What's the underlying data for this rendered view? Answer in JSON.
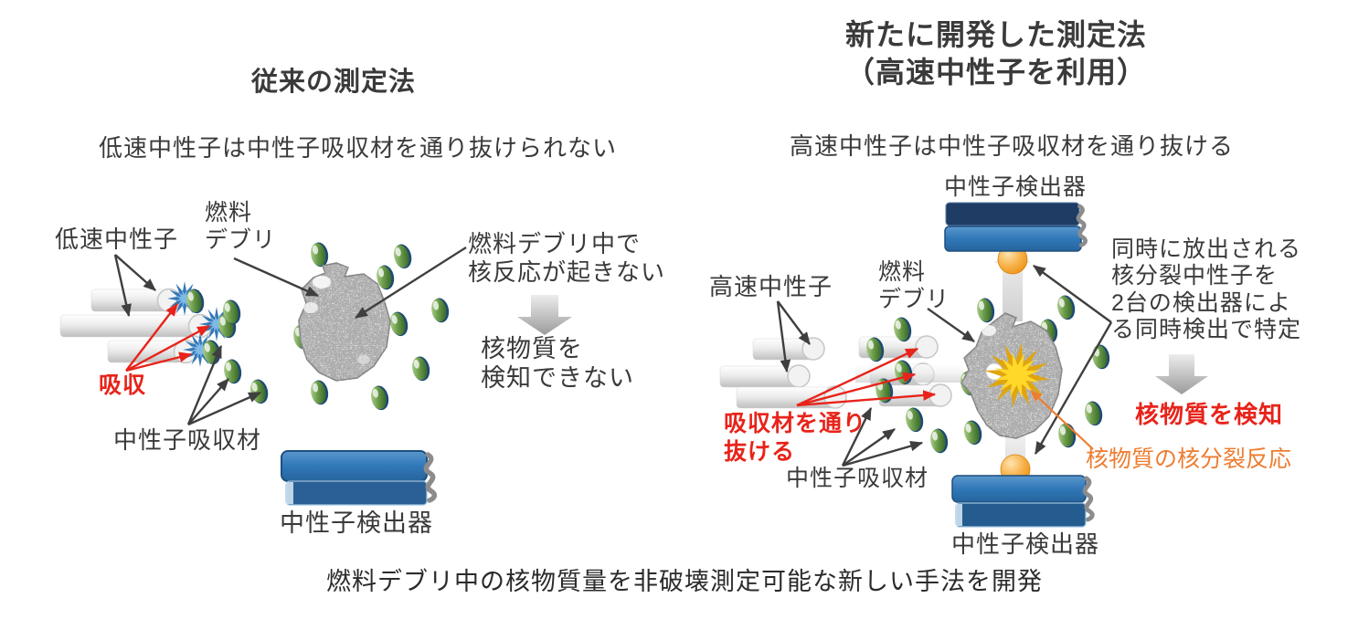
{
  "panels": {
    "left": {
      "title": "従来の測定法",
      "subtitle": "低速中性子は中性子吸収材を通り抜けられない",
      "labels": {
        "slow_neutron": "低速中性子",
        "fuel_debris": "燃料\nデブリ",
        "absorption": "吸収",
        "absorber": "中性子吸収材",
        "detector": "中性子検出器",
        "no_reaction": "燃料デブリ中で\n核反応が起きない",
        "cannot_detect": "核物質を\n検知できない"
      }
    },
    "right": {
      "title": "新たに開発した測定法\n（高速中性子を利用）",
      "subtitle": "高速中性子は中性子吸収材を通り抜ける",
      "labels": {
        "detector_top": "中性子検出器",
        "fast_neutron": "高速中性子",
        "fuel_debris": "燃料\nデブリ",
        "pass_through": "吸収材を通り\n抜ける",
        "absorber": "中性子吸収材",
        "coincidence": "同時に放出される\n核分裂中性子を\n2台の検出器によ\nる同時検出で特定",
        "detect": "核物質を検知",
        "fission": "核物質の核分裂反応",
        "detector_bottom": "中性子検出器"
      }
    }
  },
  "caption": "燃料デブリ中の核物質量を非破壊測定可能な新しい手法を開発",
  "colors": {
    "text": "#3a3a3a",
    "red": "#e8231a",
    "orange_text": "#ed7d31",
    "detector_blue": "#2e75b5",
    "detector_navy": "#1e3c64",
    "burst_blue": "#2b71b2",
    "fission_yellow": "#ffd829",
    "neutron_ball_orange": "#f0a030",
    "particle_green": "#6b9c49",
    "arrow_gray": "#3f3f3f"
  }
}
